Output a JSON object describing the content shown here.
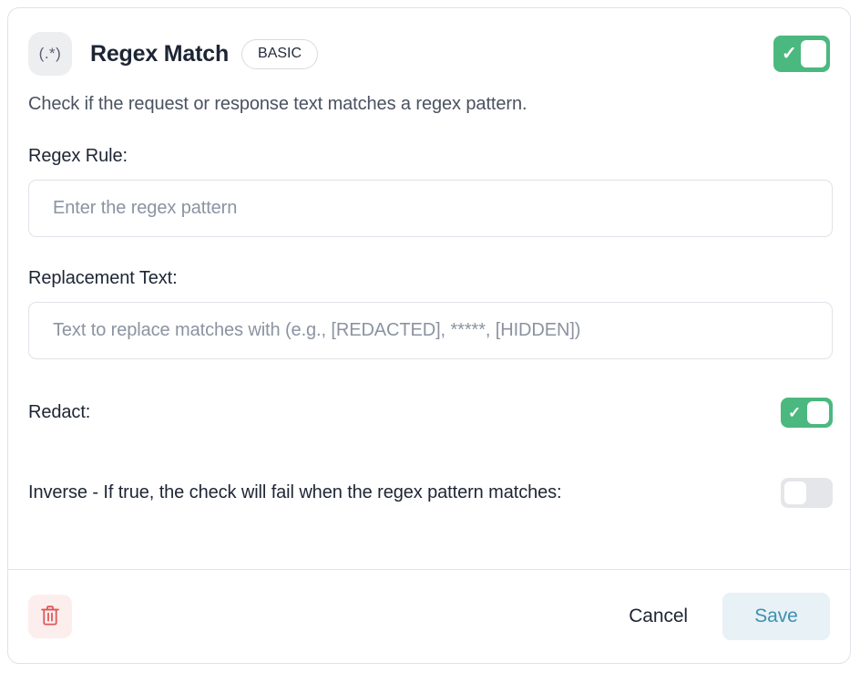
{
  "card": {
    "icon_glyph": "(.*)",
    "icon_name": "regex-icon",
    "title": "Regex Match",
    "tier_badge": "BASIC",
    "description": "Check if the request or response text matches a regex pattern.",
    "enabled": true
  },
  "fields": [
    {
      "label": "Regex Rule:",
      "placeholder": "Enter the regex pattern",
      "value": ""
    },
    {
      "label": "Replacement Text:",
      "placeholder": "Text to replace matches with (e.g., [REDACTED], *****, [HIDDEN])",
      "value": ""
    }
  ],
  "switches": [
    {
      "label": "Redact:",
      "on": true
    },
    {
      "label": "Inverse - If true, the check will fail when the regex pattern matches:",
      "on": false
    }
  ],
  "footer": {
    "delete_icon": "trash-icon",
    "cancel_label": "Cancel",
    "save_label": "Save"
  },
  "colors": {
    "toggle_on": "#4bb87f",
    "toggle_off": "#e4e6ea",
    "delete_bg": "#fdeeee",
    "delete_fg": "#e05757",
    "save_bg": "#e7f1f6",
    "save_fg": "#3e8fb0",
    "title": "#1d2534",
    "body_text": "#4a5261",
    "placeholder": "#8b93a1",
    "border": "#dfe2e7"
  }
}
